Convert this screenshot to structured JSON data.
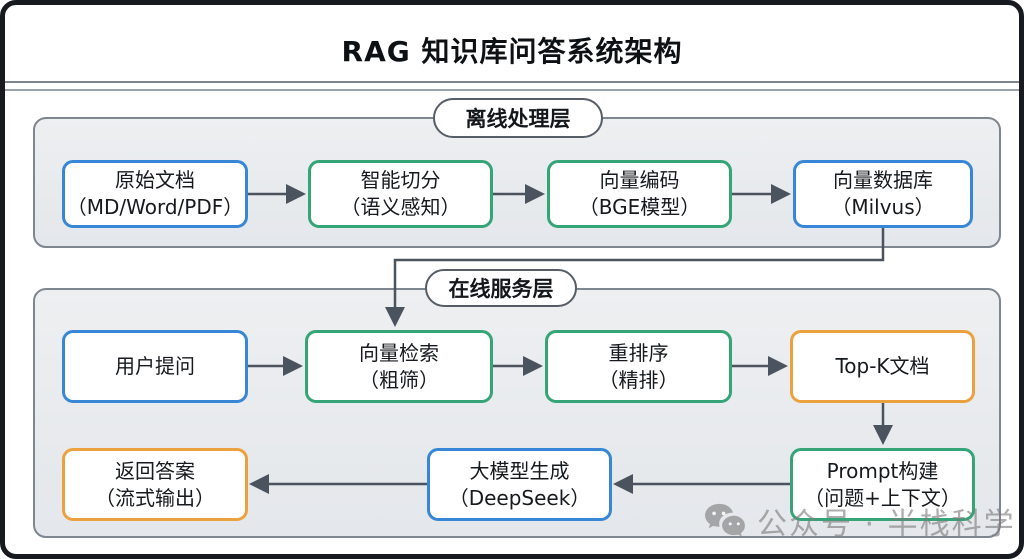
{
  "title": "RAG 知识库问答系统架构",
  "sections": {
    "offline": {
      "label": "离线处理层",
      "nodes": [
        {
          "title": "原始文档",
          "subtitle": "（MD/Word/PDF）",
          "border": "blue"
        },
        {
          "title": "智能切分",
          "subtitle": "（语义感知）",
          "border": "green"
        },
        {
          "title": "向量编码",
          "subtitle": "（BGE模型）",
          "border": "green"
        },
        {
          "title": "向量数据库",
          "subtitle": "（Milvus）",
          "border": "blue"
        }
      ]
    },
    "online": {
      "label": "在线服务层",
      "retrieval_row": [
        {
          "title": "用户提问",
          "subtitle": "",
          "border": "blue"
        },
        {
          "title": "向量检索",
          "subtitle": "（粗筛）",
          "border": "green"
        },
        {
          "title": "重排序",
          "subtitle": "（精排）",
          "border": "green"
        },
        {
          "title": "Top-K文档",
          "subtitle": "",
          "border": "orange"
        }
      ],
      "generation_row": [
        {
          "title": "返回答案",
          "subtitle": "（流式输出）",
          "border": "orange"
        },
        {
          "title": "大模型生成",
          "subtitle": "（DeepSeek）",
          "border": "blue"
        },
        {
          "title": "Prompt构建",
          "subtitle": "（问题+上下文）",
          "border": "green"
        }
      ]
    }
  },
  "edges": [
    {
      "from": "原始文档",
      "to": "智能切分"
    },
    {
      "from": "智能切分",
      "to": "向量编码"
    },
    {
      "from": "向量编码",
      "to": "向量数据库"
    },
    {
      "from": "向量数据库",
      "to": "向量检索"
    },
    {
      "from": "用户提问",
      "to": "向量检索"
    },
    {
      "from": "向量检索",
      "to": "重排序"
    },
    {
      "from": "重排序",
      "to": "Top-K文档"
    },
    {
      "from": "Top-K文档",
      "to": "Prompt构建"
    },
    {
      "from": "Prompt构建",
      "to": "大模型生成"
    },
    {
      "from": "大模型生成",
      "to": "返回答案"
    }
  ],
  "watermark": {
    "icon": "wechat-icon",
    "text": "公众号 · 半栈科学"
  },
  "colors": {
    "blue": "#3787d6",
    "green": "#35a477",
    "orange": "#eca13f",
    "arrow": "#4b535f",
    "section_border": "#7e8690"
  }
}
